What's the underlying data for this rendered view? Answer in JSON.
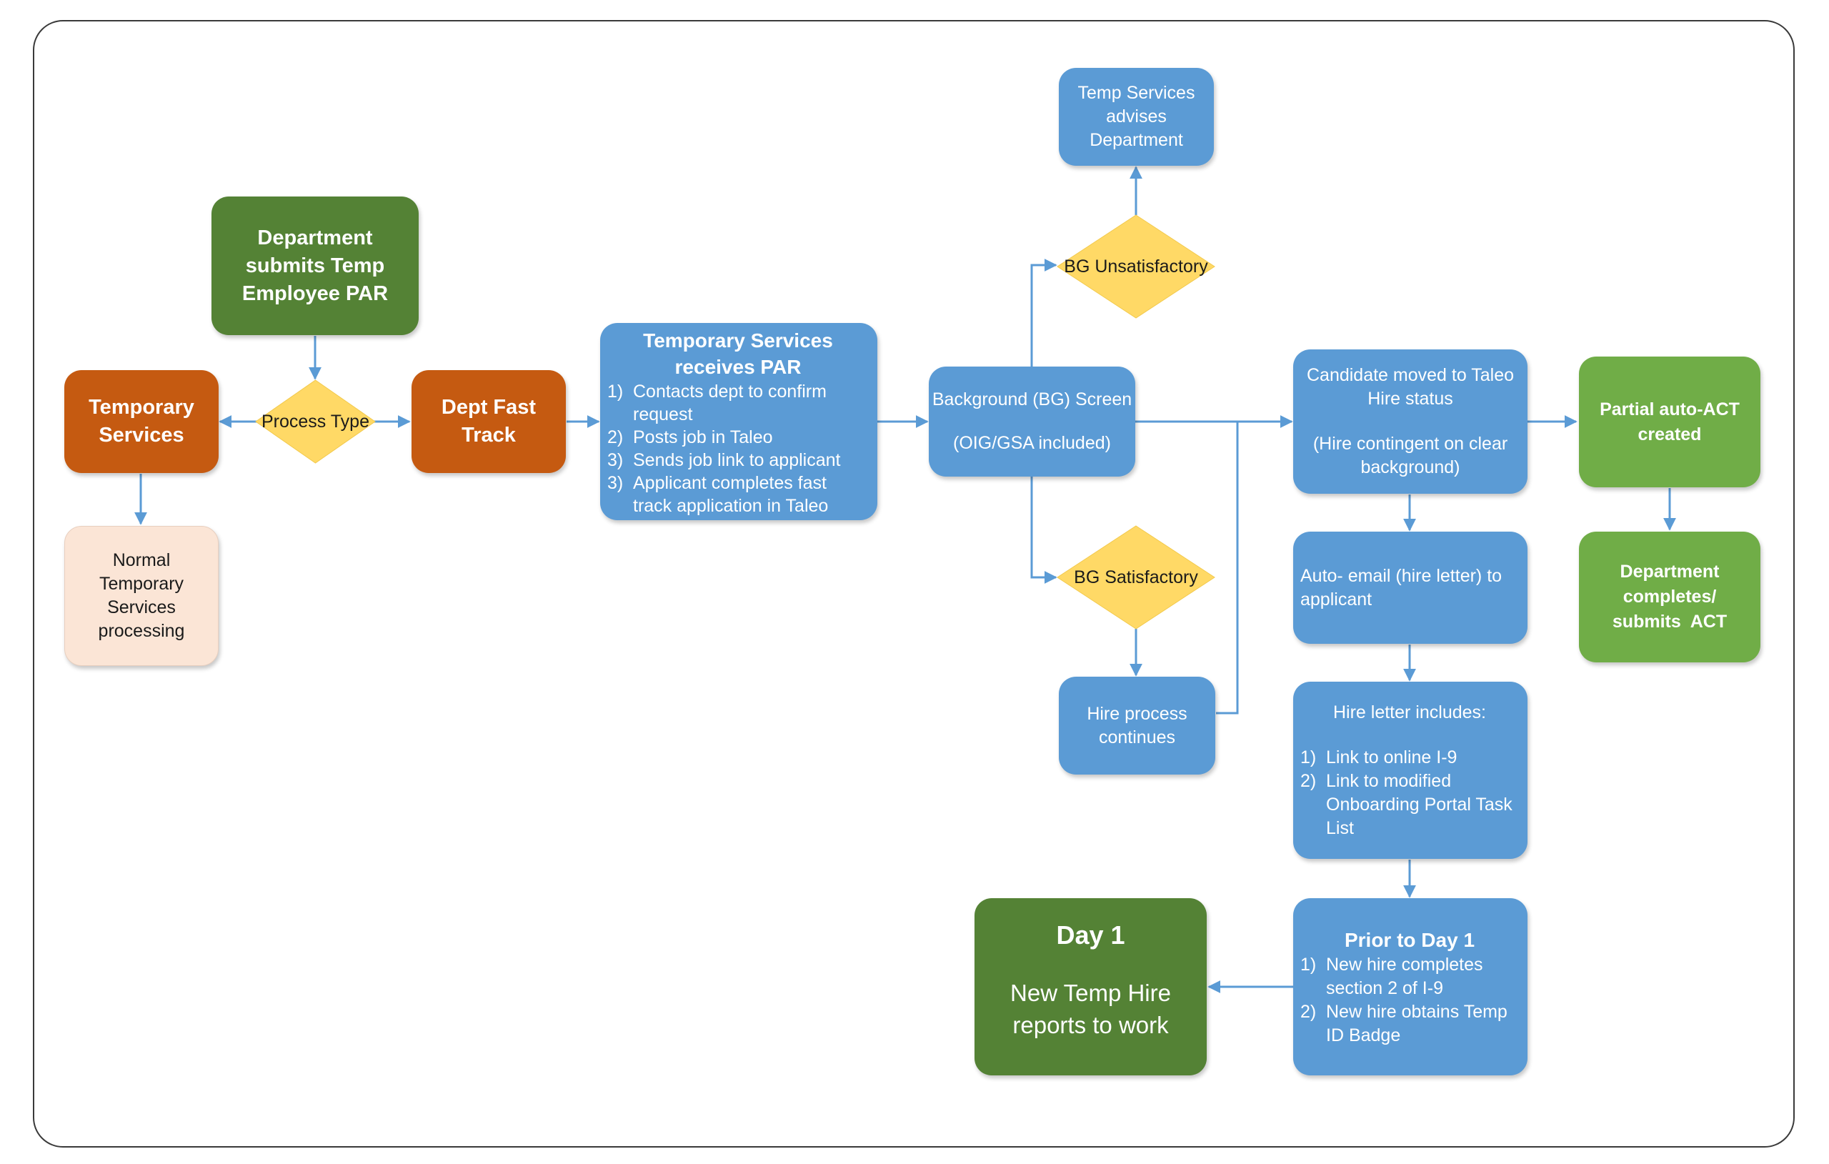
{
  "nodes": {
    "dept_submits": {
      "lines": [
        "Department",
        "submits Temp",
        "Employee PAR"
      ]
    },
    "process_type": {
      "label": "Process Type"
    },
    "temporary_services": {
      "lines": [
        "Temporary",
        "Services"
      ]
    },
    "normal_processing": {
      "lines": [
        "Normal",
        "Temporary",
        "Services",
        "processing"
      ]
    },
    "dept_fast_track": {
      "lines": [
        "Dept Fast",
        "Track"
      ]
    },
    "ts_receives_par": {
      "title_lines": [
        "Temporary Services",
        "receives PAR"
      ],
      "items": [
        {
          "num": "1)",
          "text": "Contacts dept to confirm request"
        },
        {
          "num": "2)",
          "text": "Posts job in Taleo"
        },
        {
          "num": "3)",
          "text": "Sends job link to applicant"
        },
        {
          "num": "3)",
          "text": "Applicant completes fast track application in Taleo"
        }
      ]
    },
    "bg_screen": {
      "line1": "Background (BG) Screen",
      "line2": "(OIG/GSA included)"
    },
    "bg_unsatisfactory": {
      "label": "BG Unsatisfactory"
    },
    "temp_advises": {
      "lines": [
        "Temp Services",
        "advises",
        "Department"
      ]
    },
    "bg_satisfactory": {
      "label": "BG Satisfactory"
    },
    "hire_continues": {
      "lines": [
        "Hire process",
        "continues"
      ]
    },
    "candidate_moved": {
      "lines": [
        "Candidate moved to Taleo",
        "Hire status"
      ],
      "note_lines": [
        "(Hire contingent on clear",
        "background)"
      ]
    },
    "auto_email": {
      "lines": [
        "Auto- email (hire letter) to",
        "applicant"
      ]
    },
    "hire_letter": {
      "title": "Hire letter includes:",
      "items": [
        {
          "num": "1)",
          "text": "Link to online I-9"
        },
        {
          "num": "2)",
          "text": "Link to modified Onboarding Portal Task List"
        }
      ]
    },
    "prior_day1": {
      "title": "Prior to Day 1",
      "items": [
        {
          "num": "1)",
          "text": "New hire completes section 2 of I-9"
        },
        {
          "num": "2)",
          "text": "New hire obtains Temp ID Badge"
        }
      ]
    },
    "day1": {
      "title": "Day 1",
      "lines": [
        "New Temp Hire",
        "reports to work"
      ]
    },
    "partial_act": {
      "lines": [
        "Partial auto-ACT",
        "created"
      ]
    },
    "dept_completes_act": {
      "lines": [
        "Department",
        "completes/",
        "submits  ACT"
      ]
    }
  },
  "colors": {
    "process_blue": "#5b9bd5",
    "start_green": "#548235",
    "act_green": "#70ad47",
    "branch_orange": "#c55a11",
    "decision_yellow": "#ffd966",
    "normal_peach": "#fbe5d6",
    "connector": "#5b9bd5"
  }
}
